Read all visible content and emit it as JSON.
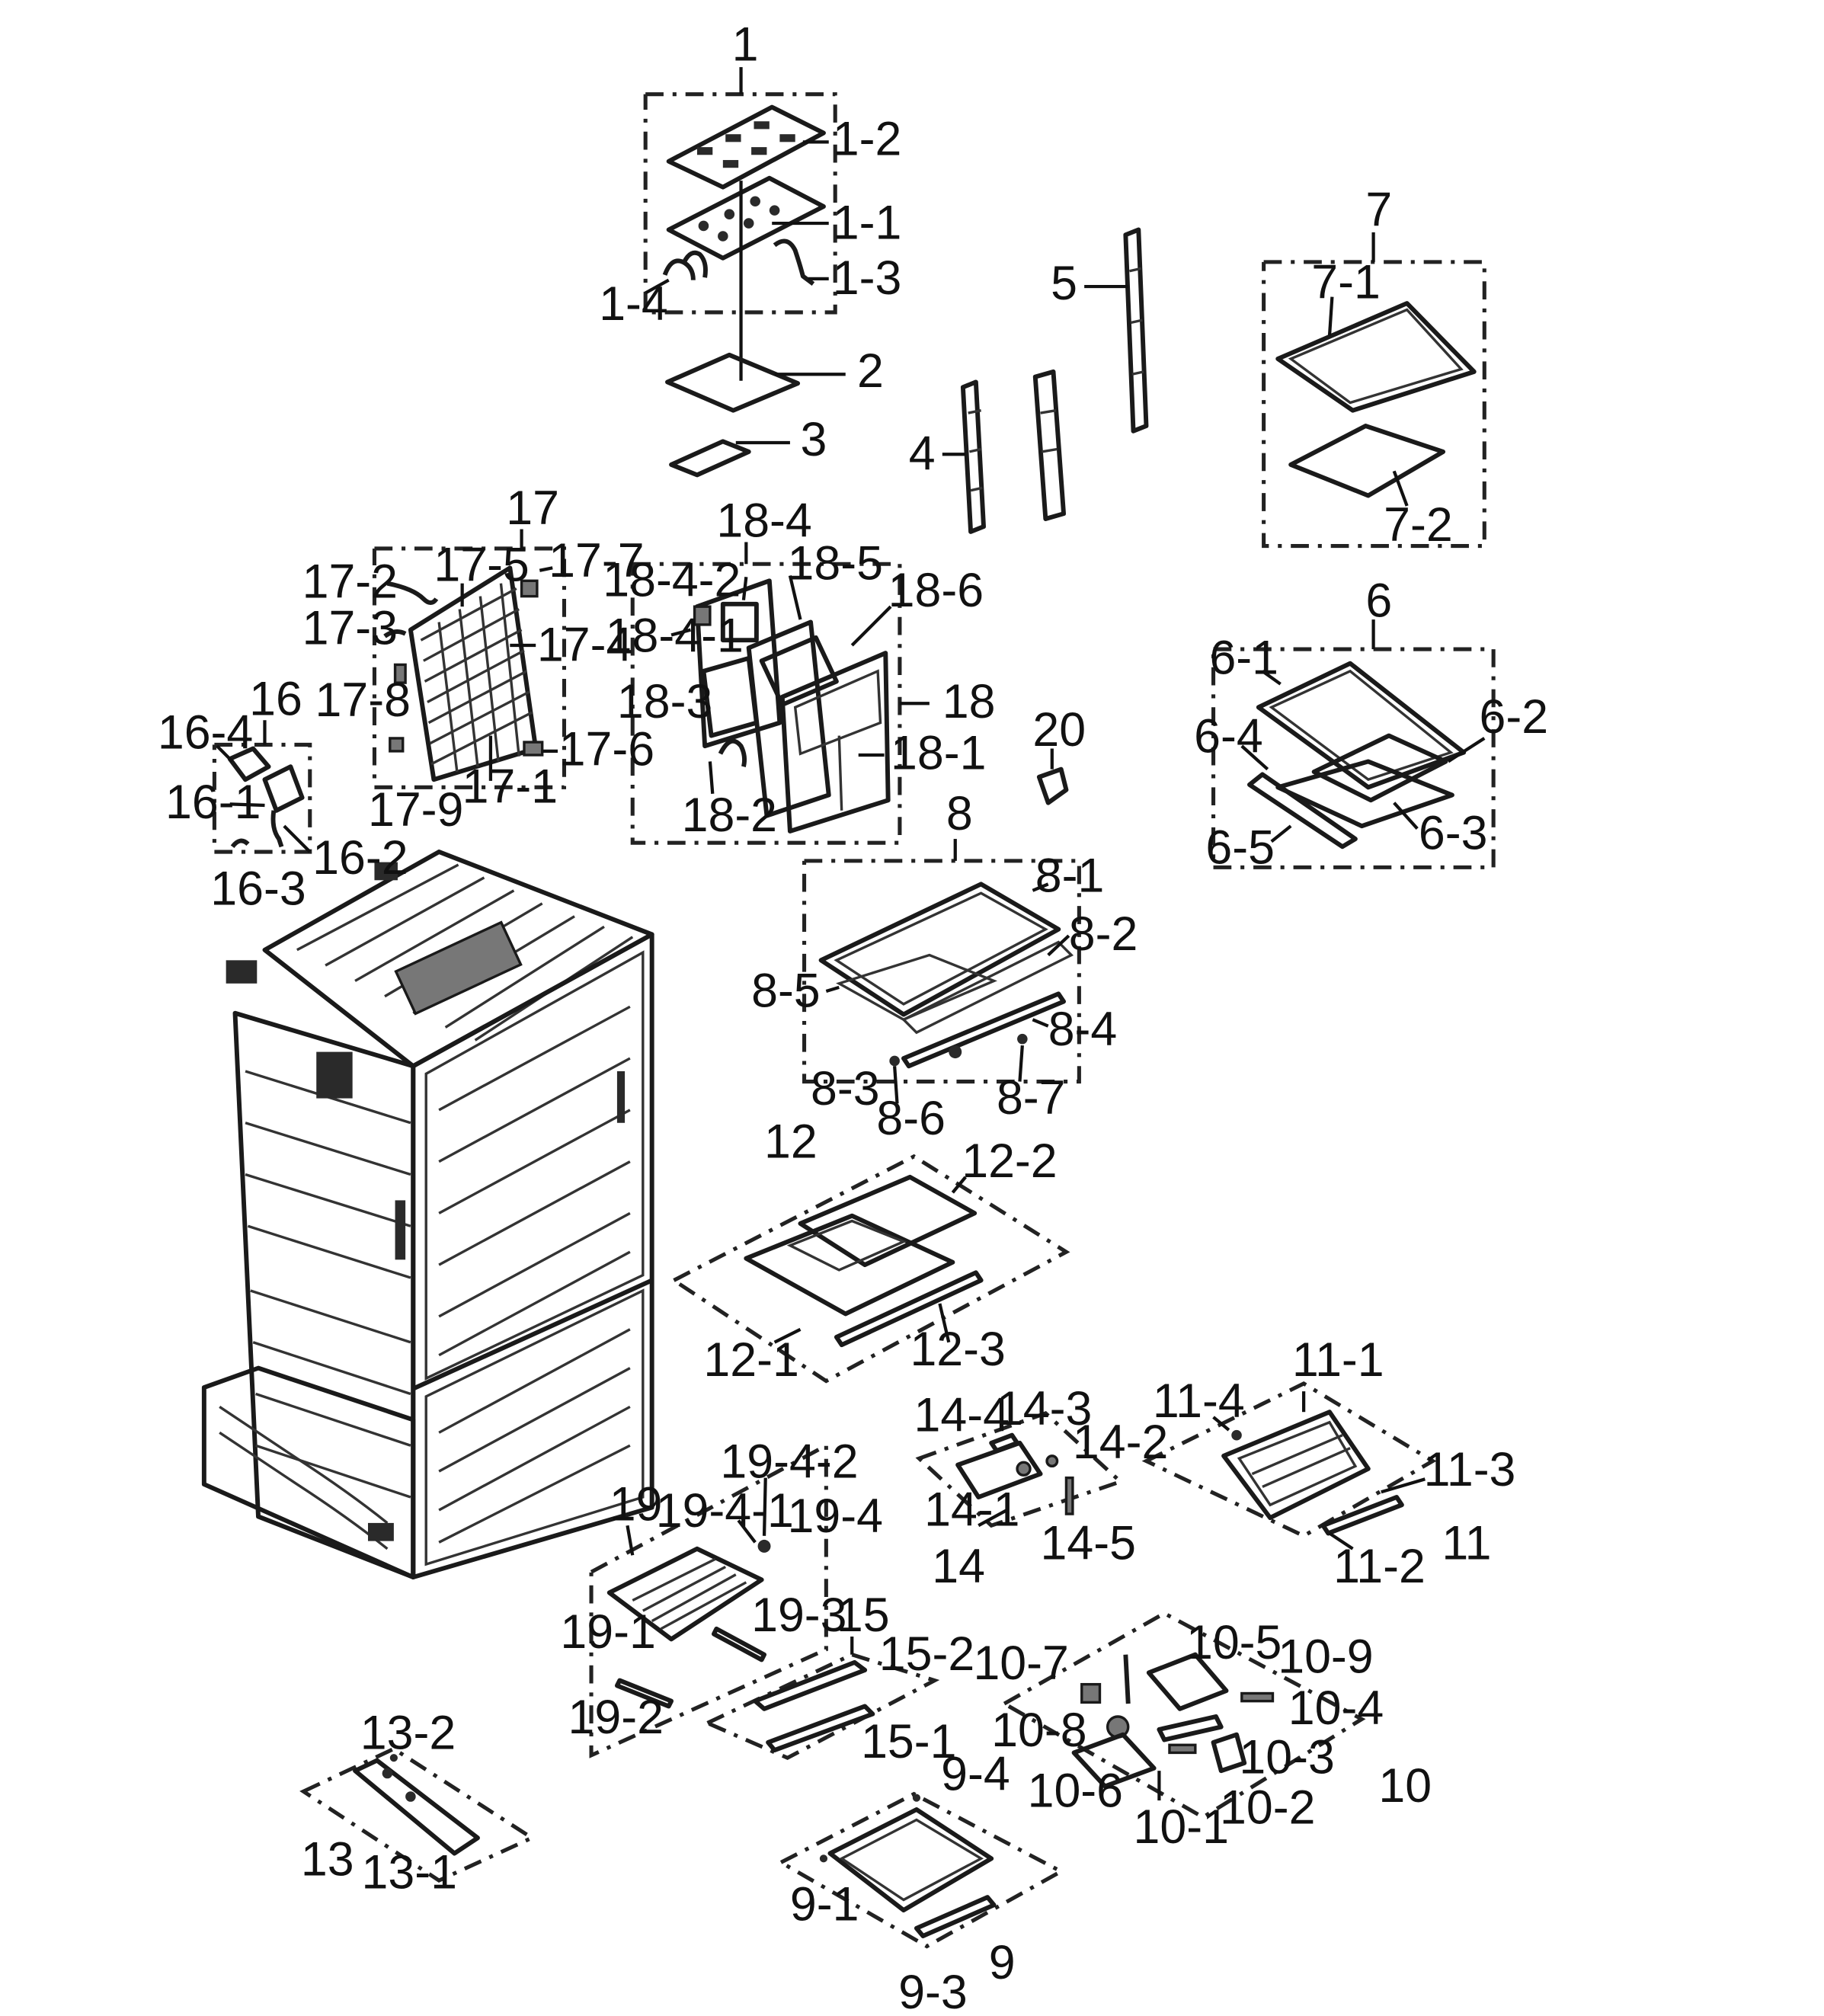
{
  "labels": {
    "1": "1",
    "1_1": "1-1",
    "1_2": "1-2",
    "1_3": "1-3",
    "1_4": "1-4",
    "2": "2",
    "3": "3",
    "4": "4",
    "5": "5",
    "6": "6",
    "6_1": "6-1",
    "6_2": "6-2",
    "6_3": "6-3",
    "6_4": "6-4",
    "6_5": "6-5",
    "7": "7",
    "7_1": "7-1",
    "7_2": "7-2",
    "8": "8",
    "8_1": "8-1",
    "8_2": "8-2",
    "8_3": "8-3",
    "8_4": "8-4",
    "8_5": "8-5",
    "8_6": "8-6",
    "8_7": "8-7",
    "9": "9",
    "9_1": "9-1",
    "9_3": "9-3",
    "9_4": "9-4",
    "10": "10",
    "10_1": "10-1",
    "10_2": "10-2",
    "10_3": "10-3",
    "10_4": "10-4",
    "10_5": "10-5",
    "10_6": "10-6",
    "10_7": "10-7",
    "10_8": "10-8",
    "10_9": "10-9",
    "11": "11",
    "11_1": "11-1",
    "11_2": "11-2",
    "11_3": "11-3",
    "11_4": "11-4",
    "12": "12",
    "12_1": "12-1",
    "12_2": "12-2",
    "12_3": "12-3",
    "13": "13",
    "13_1": "13-1",
    "13_2": "13-2",
    "14": "14",
    "14_1": "14-1",
    "14_2": "14-2",
    "14_3": "14-3",
    "14_4": "14-4",
    "14_5": "14-5",
    "15": "15",
    "15_1": "15-1",
    "15_2": "15-2",
    "16": "16",
    "16_1": "16-1",
    "16_2": "16-2",
    "16_3": "16-3",
    "16_4": "16-4",
    "17": "17",
    "17_1": "17-1",
    "17_2": "17-2",
    "17_3": "17-3",
    "17_4": "17-4",
    "17_5": "17-5",
    "17_6": "17-6",
    "17_7": "17-7",
    "17_8": "17-8",
    "17_9": "17-9",
    "18": "18",
    "18_1": "18-1",
    "18_2": "18-2",
    "18_3": "18-3",
    "18_4": "18-4",
    "18_4_1": "18-4-1",
    "18_4_2": "18-4-2",
    "18_5": "18-5",
    "18_6": "18-6",
    "19": "19",
    "19_1": "19-1",
    "19_2": "19-2",
    "19_3": "19-3",
    "19_4": "19-4",
    "19_4_1": "19-4-1",
    "19_4_2": "19-4-2",
    "20": "20"
  }
}
